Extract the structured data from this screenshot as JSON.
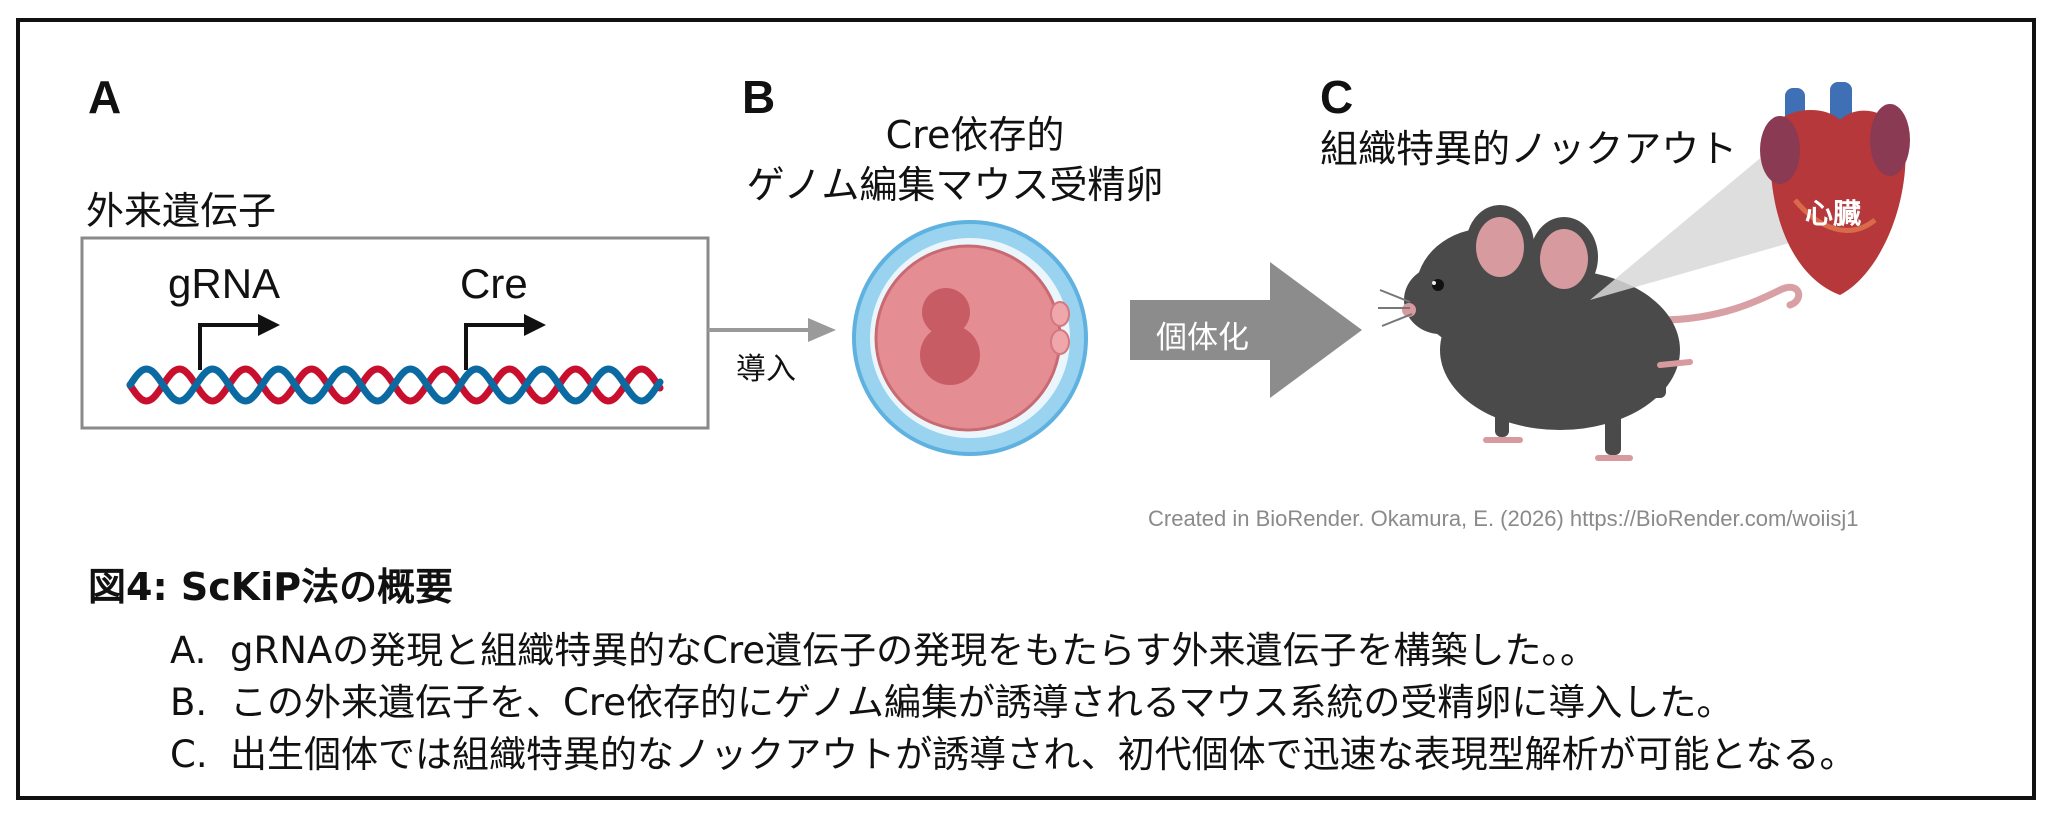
{
  "panels": {
    "a": {
      "letter": "A",
      "title": "外来遺伝子",
      "promoter1": "gRNA",
      "promoter2": "Cre",
      "arrow_label": "導入"
    },
    "b": {
      "letter": "B",
      "title_line1": "Cre依存的",
      "title_line2": "ゲノム編集マウス受精卵",
      "arrow_label": "個体化"
    },
    "c": {
      "letter": "C",
      "title": "組織特異的ノックアウト",
      "heart_label": "心臓"
    }
  },
  "credit": "Created in BioRender. Okamura, E. (2026) https://BioRender.com/woiisj1",
  "caption": {
    "title": "図4: ScKiP法の概要",
    "items": [
      {
        "marker": "A.",
        "text": "gRNAの発現と組織特異的なCre遺伝子の発現をもたらす外来遺伝子を構築した。。"
      },
      {
        "marker": "B.",
        "text": "この外来遺伝子を、Cre依存的にゲノム編集が誘導されるマウス系統の受精卵に導入した。"
      },
      {
        "marker": "C.",
        "text": "出生個体では組織特異的なノックアウトが誘導され、初代個体で迅速な表現型解析が可能となる。"
      }
    ]
  },
  "colors": {
    "dna_red": "#c8102e",
    "dna_blue": "#0a6aa1",
    "egg_outer": "#7cc4e8",
    "egg_inner": "#e58f95",
    "arrow_gray": "#8c8c8c",
    "mouse": "#4a4a4a"
  },
  "icons": [
    "dna-helix",
    "egg-cell",
    "mouse",
    "heart"
  ]
}
